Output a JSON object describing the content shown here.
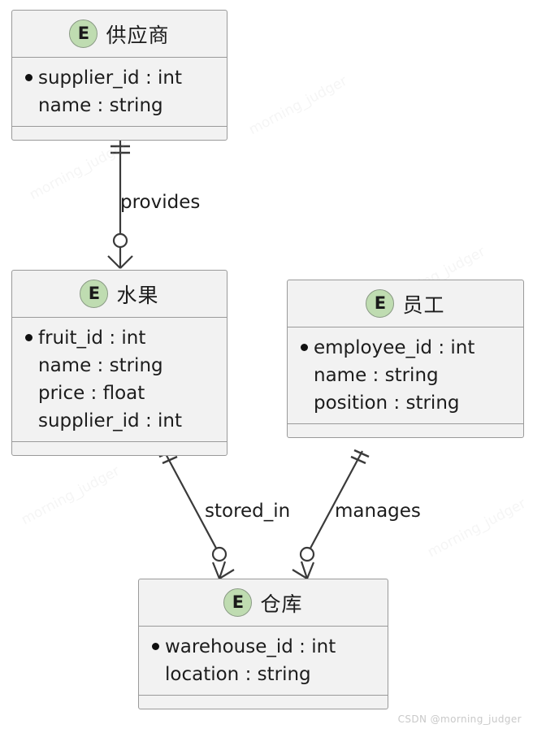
{
  "diagram": {
    "type": "er-crowsfoot",
    "background": "#ffffff",
    "box_fill": "#f2f2f2",
    "box_border": "#9a9a9a",
    "icon_fill": "#bfdcb1",
    "line_color": "#3a3a3a",
    "entities": [
      {
        "id": "supplier",
        "icon": "E",
        "title": "供应商",
        "attributes": [
          {
            "key": true,
            "text": "supplier_id : int"
          },
          {
            "key": false,
            "text": "name : string"
          }
        ]
      },
      {
        "id": "fruit",
        "icon": "E",
        "title": "水果",
        "attributes": [
          {
            "key": true,
            "text": "fruit_id : int"
          },
          {
            "key": false,
            "text": "name : string"
          },
          {
            "key": false,
            "text": "price : float"
          },
          {
            "key": false,
            "text": "supplier_id : int"
          }
        ]
      },
      {
        "id": "employee",
        "icon": "E",
        "title": "员工",
        "attributes": [
          {
            "key": true,
            "text": "employee_id : int"
          },
          {
            "key": false,
            "text": "name : string"
          },
          {
            "key": false,
            "text": "position : string"
          }
        ]
      },
      {
        "id": "warehouse",
        "icon": "E",
        "title": "仓库",
        "attributes": [
          {
            "key": true,
            "text": "warehouse_id : int"
          },
          {
            "key": false,
            "text": "location : string"
          }
        ]
      }
    ],
    "relationships": [
      {
        "id": "provides",
        "label": "provides",
        "from": "supplier",
        "to": "fruit",
        "from_card": "one",
        "to_card": "zero-or-many"
      },
      {
        "id": "stored_in",
        "label": "stored_in",
        "from": "fruit",
        "to": "warehouse",
        "from_card": "one",
        "to_card": "zero-or-many"
      },
      {
        "id": "manages",
        "label": "manages",
        "from": "employee",
        "to": "warehouse",
        "from_card": "one",
        "to_card": "zero-or-many"
      }
    ]
  },
  "watermark": {
    "credit": "CSDN @morning_judger",
    "tile": "morning_judger"
  }
}
